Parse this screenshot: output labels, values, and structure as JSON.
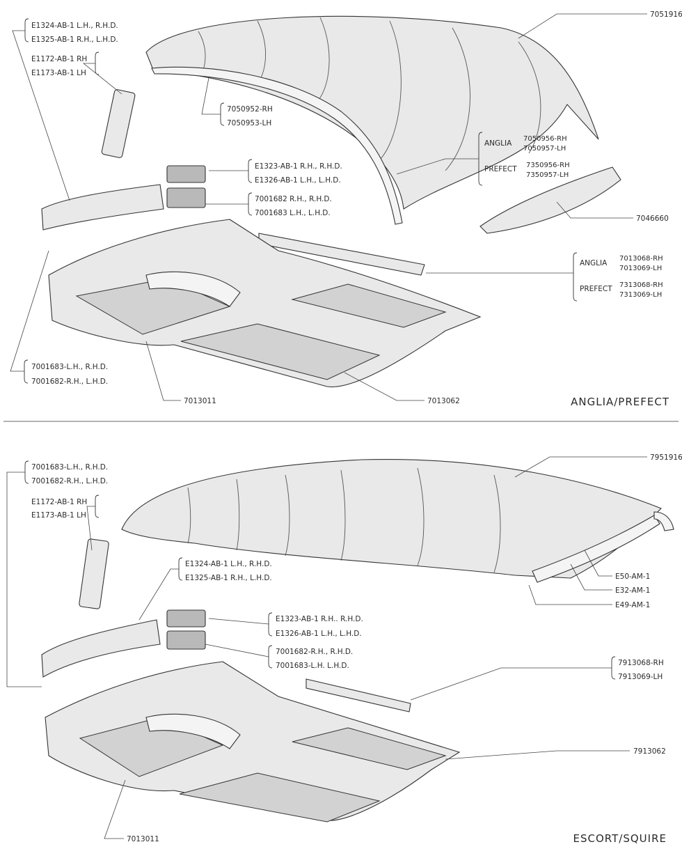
{
  "sections": [
    {
      "title": "ANGLIA/PREFECT",
      "labels": {
        "a1": "E1324-AB-1 L.H., R.H.D.",
        "a2": "E1325-AB-1 R.H., L.H.D.",
        "b1": "E1172-AB-1 RH",
        "b2": "E1173-AB-1 LH",
        "c1": "7050952-RH",
        "c2": "7050953-LH",
        "roof": "7051916",
        "d1": "E1323-AB-1 R.H., R.H.D.",
        "d2": "E1326-AB-1 L.H., L.H.D.",
        "e1": "7001682 R.H., R.H.D.",
        "e2": "7001683 L.H., L.H.D.",
        "f_model1": "ANGLIA",
        "f1": "7050956-RH",
        "f2": "7050957-LH",
        "f_model2": "PREFECT",
        "f3": "7350956-RH",
        "f4": "7350957-LH",
        "g": "7046660",
        "h_model1": "ANGLIA",
        "h1": "7013068-RH",
        "h2": "7013069-LH",
        "h_model2": "PREFECT",
        "h3": "7313068-RH",
        "h4": "7313069-LH",
        "i1": "7001683-L.H., R.H.D.",
        "i2": "7001682-R.H., L.H.D.",
        "front_mat": "7013011",
        "rear_mat": "7013062"
      }
    },
    {
      "title": "ESCORT/SQUIRE",
      "labels": {
        "a1": "7001683-L.H., R.H.D.",
        "a2": "7001682-R.H., L.H.D.",
        "roof": "7951916",
        "b1": "E1172-AB-1 RH",
        "b2": "E1173-AB-1 LH",
        "c1": "E1324-AB-1 L.H., R.H.D.",
        "c2": "E1325-AB-1 R.H., L.H.D.",
        "e50": "E50-AM-1",
        "e32": "E32-AM-1",
        "e49": "E49-AM-1",
        "d1": "E1323-AB-1 R.H.. R.H.D.",
        "d2": "E1326-AB-1 L.H., L.H.D.",
        "e1": "7001682-R.H., R.H.D.",
        "e2": "7001683-L.H. L.H.D.",
        "f1": "7913068-RH",
        "f2": "7913069-LH",
        "rear_mat": "7913062",
        "front_mat": "7013011"
      }
    }
  ]
}
